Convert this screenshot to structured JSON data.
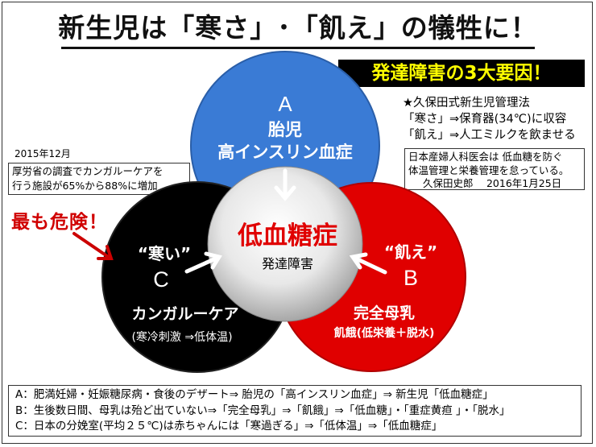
{
  "title": "新生児は「寒さ」･「飢え」の犠牲に！",
  "banner": "発達障害の3大要因！",
  "management": {
    "heading": "★久保田式新生児管理法",
    "line1": "「寒さ」⇒保育器(34℃)に収容",
    "line2": "「飢え」⇒人工ミルクを飲ませる"
  },
  "society_note": {
    "line1": "日本産婦人科医会は 低血糖を防ぐ",
    "line2": "体温管理と栄養管理を怠っている。",
    "line3": "久保田史郎　 2016年1月25日"
  },
  "mhlw_note": {
    "date": "2015年12月",
    "line1": "厚労省の調査でカンガルーケアを",
    "line2": "行う施設が65%から88%に増加"
  },
  "danger_label": "最も危険！",
  "circles": {
    "a": {
      "letter": "A",
      "line1": "胎児",
      "line2": "高インスリン血症",
      "color": "#3a7bd5"
    },
    "b": {
      "quote": "“飢え”",
      "letter": "B",
      "line1": "完全母乳",
      "line2": "飢餓(低栄養＋脱水)",
      "color": "#e00000"
    },
    "c": {
      "quote": "“寒い”",
      "letter": "C",
      "line1": "カンガルーケア",
      "line2": "(寒冷刺激 ⇒低体温)",
      "color": "#000000"
    },
    "center": {
      "line1": "低血糖症",
      "line2": "発達障害",
      "title_color": "#e00000"
    }
  },
  "legend": {
    "a": "A：肥満妊婦・妊娠糖尿病・食後のデザート⇒ 胎児の「高インスリン血症」⇒ 新生児「低血糖症」",
    "b": "B：生後数日間、母乳は殆ど出ていない⇒「完全母乳」⇒「飢餓」⇒「低血糖」・「重症黄疸 」・「脱水」",
    "c": "C：日本の分娩室(平均２５℃)は赤ちゃんには「寒過ぎる」⇒「低体温」⇒「低血糖症」"
  },
  "colors": {
    "danger": "#d00000",
    "banner_bg": "#000000",
    "banner_text": "#ffff00",
    "arrow": "#ffffff"
  }
}
